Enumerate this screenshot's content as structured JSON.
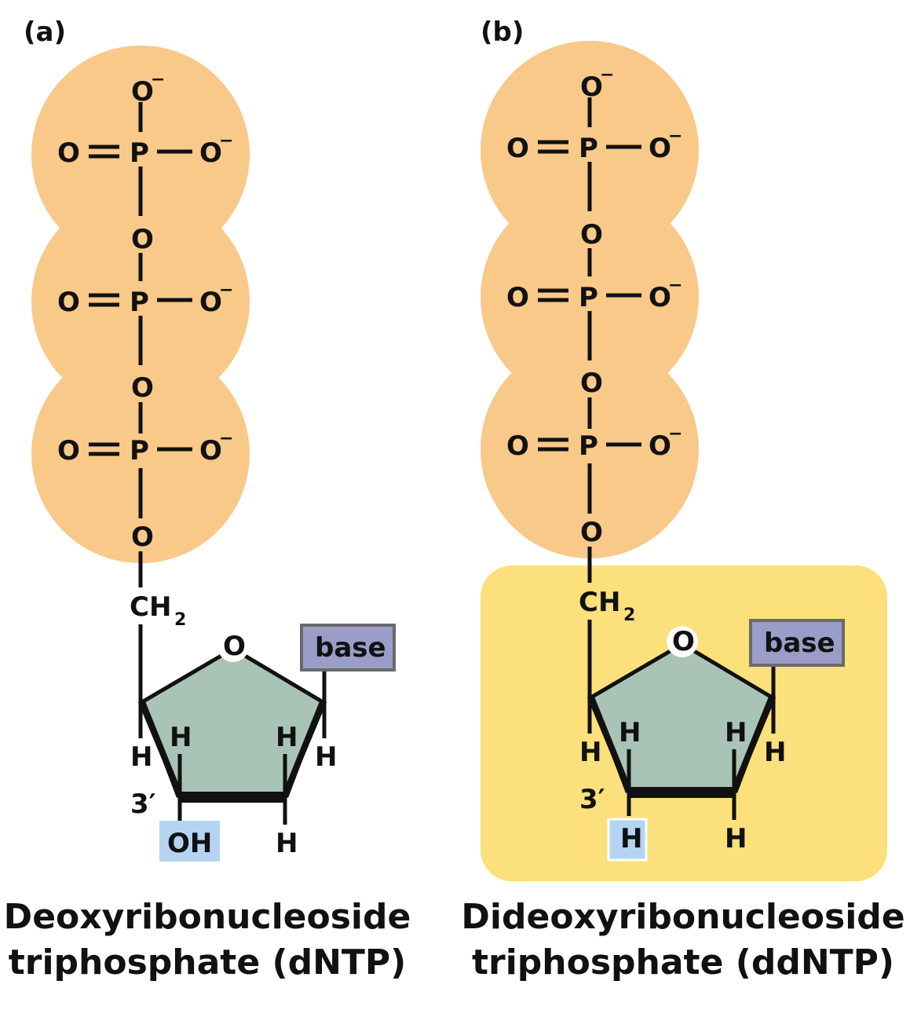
{
  "colors": {
    "phosphate": "#F9C98A",
    "sugar": "#A9C4B7",
    "base_box": "#9A9DC8",
    "highlight_3prime": "#B5D4F2",
    "ddntp_background": "#FBE07B",
    "ink": "#111111"
  },
  "panel_a": {
    "letter": "(a)",
    "caption_line1": "Deoxyribonucleoside",
    "caption_line2": "triphosphate (dNTP)",
    "three_prime_group": "OH"
  },
  "panel_b": {
    "letter": "(b)",
    "caption_line1": "Dideoxyribonucleoside",
    "caption_line2": "triphosphate (ddNTP)",
    "three_prime_group": "H"
  },
  "atoms": {
    "oxygen": "O",
    "oxygen_neg": "O",
    "minus": "−",
    "phosphorus": "P",
    "ch": "CH",
    "sub2": "2",
    "hydrogen": "H",
    "three_prime": "3′",
    "base": "base"
  }
}
